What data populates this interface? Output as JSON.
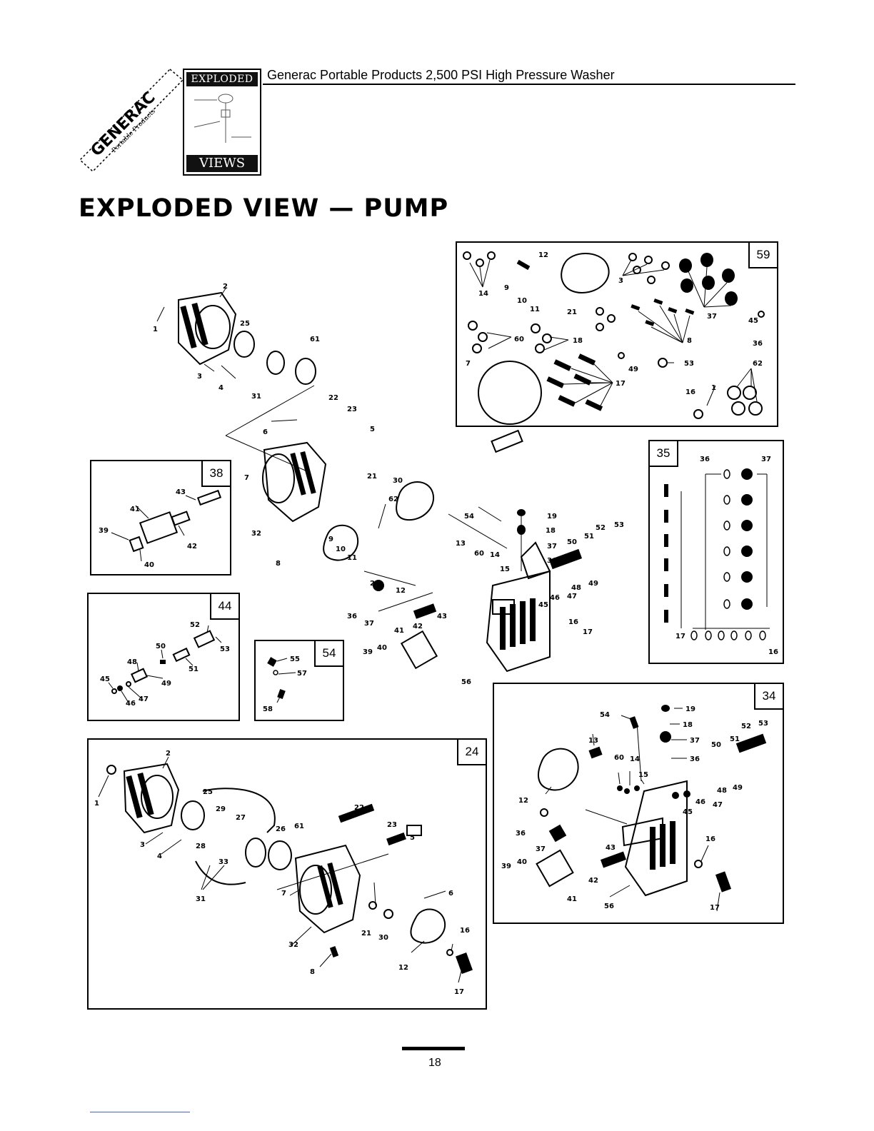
{
  "header": {
    "logo_brand": "GENERAC",
    "logo_sub": "Portable Products",
    "badge_top": "EXPLODED",
    "badge_bottom": "VIEWS",
    "title": "Generac Portable Products 2,500 PSI High Pressure Washer"
  },
  "page_title": "EXPLODED VIEW — PUMP",
  "boxes": {
    "kit_59": "59",
    "kit_38": "38",
    "kit_35": "35",
    "kit_44": "44",
    "kit_54": "54",
    "kit_24": "24",
    "kit_34": "34"
  },
  "main_labels": [
    "2",
    "25",
    "61",
    "1",
    "3",
    "4",
    "31",
    "22",
    "23",
    "6",
    "5",
    "7",
    "21",
    "30",
    "62",
    "32",
    "9",
    "10",
    "11",
    "8",
    "54",
    "19",
    "18",
    "37",
    "36",
    "52",
    "53",
    "50",
    "51",
    "49",
    "48",
    "47",
    "46",
    "45",
    "13",
    "60",
    "14",
    "15",
    "20",
    "12",
    "36",
    "37",
    "43",
    "41",
    "42",
    "39",
    "40",
    "16",
    "17",
    "56"
  ],
  "kit59_labels": [
    "12",
    "14",
    "9",
    "10",
    "11",
    "3",
    "37",
    "45",
    "21",
    "60",
    "18",
    "8",
    "36",
    "7",
    "49",
    "53",
    "17",
    "62",
    "16",
    "1"
  ],
  "kit38_labels": [
    "43",
    "41",
    "39",
    "40",
    "42"
  ],
  "kit35_labels": [
    "36",
    "37",
    "17",
    "16"
  ],
  "kit44_labels": [
    "52",
    "53",
    "50",
    "51",
    "48",
    "49",
    "45",
    "47",
    "46"
  ],
  "kit54_labels": [
    "55",
    "57",
    "58"
  ],
  "kit24_labels": [
    "2",
    "1",
    "25",
    "29",
    "27",
    "26",
    "61",
    "3",
    "4",
    "28",
    "33",
    "31",
    "22",
    "23",
    "5",
    "6",
    "7",
    "21",
    "30",
    "32",
    "8",
    "16",
    "12",
    "17"
  ],
  "kit34_labels": [
    "54",
    "19",
    "18",
    "37",
    "36",
    "13",
    "60",
    "14",
    "15",
    "12",
    "52",
    "53",
    "50",
    "51",
    "49",
    "48",
    "47",
    "46",
    "45",
    "16",
    "36",
    "37",
    "39",
    "40",
    "43",
    "42",
    "41",
    "56",
    "17"
  ],
  "page_number": "18"
}
